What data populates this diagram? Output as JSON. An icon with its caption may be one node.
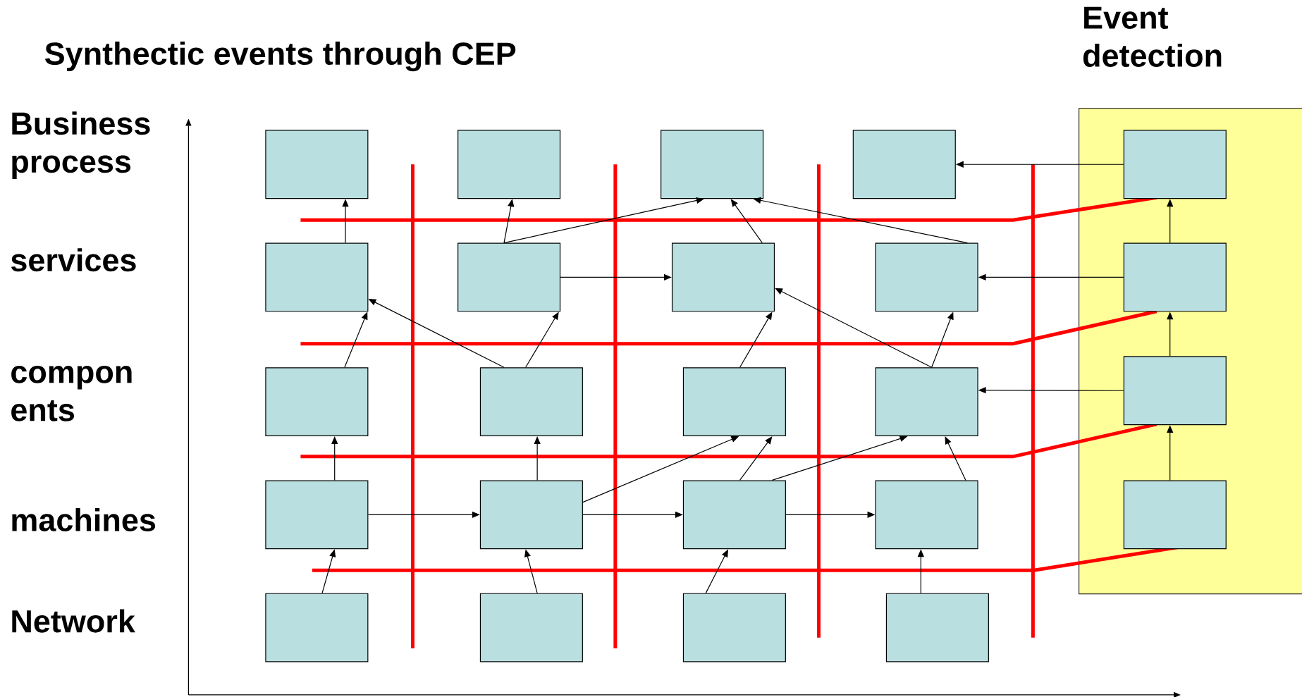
{
  "diagram": {
    "title": "Synthectic events through CEP",
    "nodes": [
      {
        "text": [
          "Event detection"
        ]
      },
      {
        "text": [],
        "shape": "box"
      },
      {
        "text": [],
        "shape": "box"
      },
      {
        "text": [],
        "shape": "box"
      },
      {
        "text": [],
        "shape": "box"
      },
      {
        "text": [],
        "shape": "box",
        "in": 0
      },
      {
        "text": [],
        "shape": "box"
      },
      {
        "text": [],
        "shape": "box"
      },
      {
        "text": [],
        "shape": "box"
      },
      {
        "text": [],
        "shape": "box"
      },
      {
        "text": [],
        "shape": "box",
        "in": 0
      },
      {
        "text": [],
        "shape": "box"
      },
      {
        "text": [],
        "shape": "box"
      },
      {
        "text": [],
        "shape": "box"
      },
      {
        "text": [],
        "shape": "box"
      },
      {
        "text": [],
        "shape": "box",
        "in": 0
      },
      {
        "text": [],
        "shape": "box"
      },
      {
        "text": [],
        "shape": "box"
      },
      {
        "text": [],
        "shape": "box"
      },
      {
        "text": [],
        "shape": "box"
      },
      {
        "text": [],
        "shape": "box",
        "in": 0
      },
      {
        "text": [],
        "shape": "box"
      },
      {
        "text": [],
        "shape": "box"
      },
      {
        "text": [],
        "shape": "box"
      },
      {
        "text": [],
        "shape": "box"
      }
    ],
    "edges": [
      {
        "from": 6,
        "to": 1,
        "arrow": "to"
      },
      {
        "from": 7,
        "to": 2,
        "arrow": "to"
      },
      {
        "from": 7,
        "to": 3,
        "arrow": "to"
      },
      {
        "from": 8,
        "to": 3,
        "arrow": "to"
      },
      {
        "from": 9,
        "to": 3,
        "arrow": "to"
      },
      {
        "from": 5,
        "to": 4,
        "arrow": "to"
      },
      {
        "from": 7,
        "to": 8,
        "arrow": "to"
      },
      {
        "from": 10,
        "to": 9,
        "arrow": "to"
      },
      {
        "from": 11,
        "to": 6,
        "arrow": "to"
      },
      {
        "from": 12,
        "to": 6,
        "arrow": "to"
      },
      {
        "from": 12,
        "to": 7,
        "arrow": "to"
      },
      {
        "from": 13,
        "to": 8,
        "arrow": "to"
      },
      {
        "from": 14,
        "to": 8,
        "arrow": "to"
      },
      {
        "from": 14,
        "to": 9,
        "arrow": "to"
      },
      {
        "from": 15,
        "to": 14,
        "arrow": "to"
      },
      {
        "from": 10,
        "to": 5,
        "arrow": "to"
      },
      {
        "from": 15,
        "to": 10,
        "arrow": "to"
      },
      {
        "from": 20,
        "to": 15,
        "arrow": "to"
      },
      {
        "from": 16,
        "to": 11,
        "arrow": "to"
      },
      {
        "from": 17,
        "to": 12,
        "arrow": "to"
      },
      {
        "from": 17,
        "to": 13,
        "arrow": "to"
      },
      {
        "from": 18,
        "to": 13,
        "arrow": "to"
      },
      {
        "from": 18,
        "to": 14,
        "arrow": "to"
      },
      {
        "from": 19,
        "to": 14,
        "arrow": "to"
      },
      {
        "from": 16,
        "to": 17,
        "arrow": "to"
      },
      {
        "from": 17,
        "to": 18,
        "arrow": "to"
      },
      {
        "from": 18,
        "to": 19,
        "arrow": "to"
      },
      {
        "from": 21,
        "to": 16,
        "arrow": "to"
      },
      {
        "from": 22,
        "to": 17,
        "arrow": "to"
      },
      {
        "from": 23,
        "to": 18,
        "arrow": "to"
      },
      {
        "from": 24,
        "to": 19,
        "arrow": "to"
      }
    ],
    "labels": [
      "Business process",
      "services",
      "compon ents",
      "machines",
      "Network"
    ]
  }
}
